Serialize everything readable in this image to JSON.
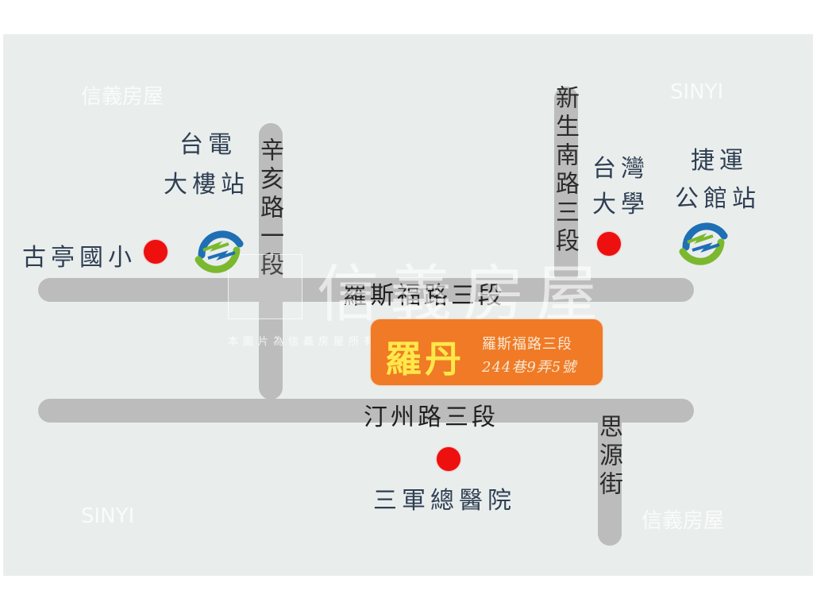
{
  "map": {
    "title": "羅丹",
    "target": {
      "name": "羅丹",
      "address_line1": "羅斯福路三段",
      "address_line2": "244巷9弄5號",
      "color": "#f07a25",
      "name_color": "#ffe84a"
    },
    "roads": {
      "roosevelt": "羅斯福路三段",
      "tingzhou": "汀州路三段",
      "xinhai": "辛亥路一段",
      "xinsheng": "新生南路三段",
      "siyuan": "思源街"
    },
    "landmarks": {
      "guting_elementary": "古亭國小",
      "ntu_line1": "台灣",
      "ntu_line2": "大學",
      "tsgh": "三軍總醫院",
      "taipower_line1": "台電",
      "taipower_line2": "大樓站",
      "gongguan_line1": "捷運",
      "gongguan_line2": "公館站"
    },
    "watermarks": {
      "brand_zh": "信義房屋",
      "brand_en": "SINYI",
      "notice": "本圖片為信義房屋所有 未經允許請勿盜用 違者必究"
    },
    "colors": {
      "background": "#e9eeed",
      "road": "#bcbcbc",
      "poi_dot": "#ee0f0f",
      "mrt_blue": "#1f6fb5",
      "mrt_green": "#7cb82f"
    }
  }
}
